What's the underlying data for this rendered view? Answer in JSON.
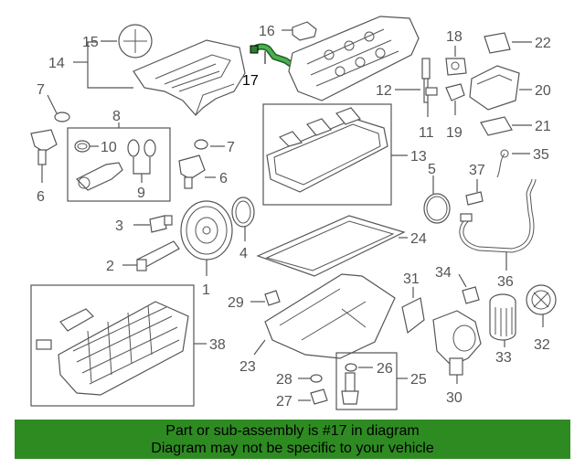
{
  "callouts": {
    "c1": "1",
    "c2": "2",
    "c3": "3",
    "c4": "4",
    "c5": "5",
    "c6a": "6",
    "c6b": "6",
    "c7a": "7",
    "c7b": "7",
    "c8": "8",
    "c9": "9",
    "c10": "10",
    "c11": "11",
    "c12": "12",
    "c13": "13",
    "c14": "14",
    "c15": "15",
    "c16": "16",
    "c17": "17",
    "c18": "18",
    "c19": "19",
    "c20": "20",
    "c21": "21",
    "c22": "22",
    "c23": "23",
    "c24": "24",
    "c25": "25",
    "c26": "26",
    "c27": "27",
    "c28": "28",
    "c29": "29",
    "c30": "30",
    "c31": "31",
    "c32": "32",
    "c33": "33",
    "c34": "34",
    "c35": "35",
    "c36": "36",
    "c37": "37",
    "c38": "38"
  },
  "highlight": {
    "part_number": "17",
    "color": "#2e7d32"
  },
  "banner": {
    "line1": "Part or sub-assembly is #17 in diagram",
    "line2": "Diagram may not be specific to your vehicle",
    "color": "#2e8b22"
  }
}
